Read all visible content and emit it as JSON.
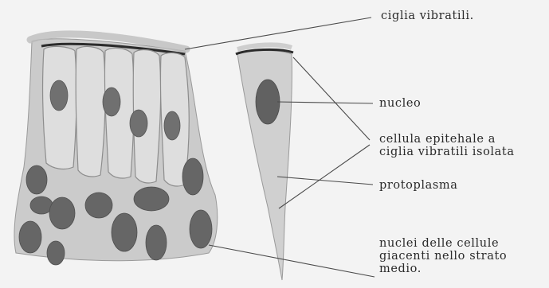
{
  "labels": {
    "cilia": "ciglia vibratili.",
    "nucleus": "nucleo",
    "isolated_cell": [
      "cellula epitehale a",
      "ciglia vibratili isolata"
    ],
    "protoplasm": "protoplasma",
    "middle_nuclei": [
      "nuclei delle cellule",
      "giacenti nello strato",
      "medio."
    ]
  },
  "colors": {
    "background": "#f3f3f3",
    "tissue_fill": "#c9c9c9",
    "cell_fill": "#dcdcdc",
    "cilia_edge": "#2b2b2b",
    "nucleus_fill": "#6e6e6e",
    "leader_line": "#4a4a4a",
    "text": "#2a2a2a"
  }
}
